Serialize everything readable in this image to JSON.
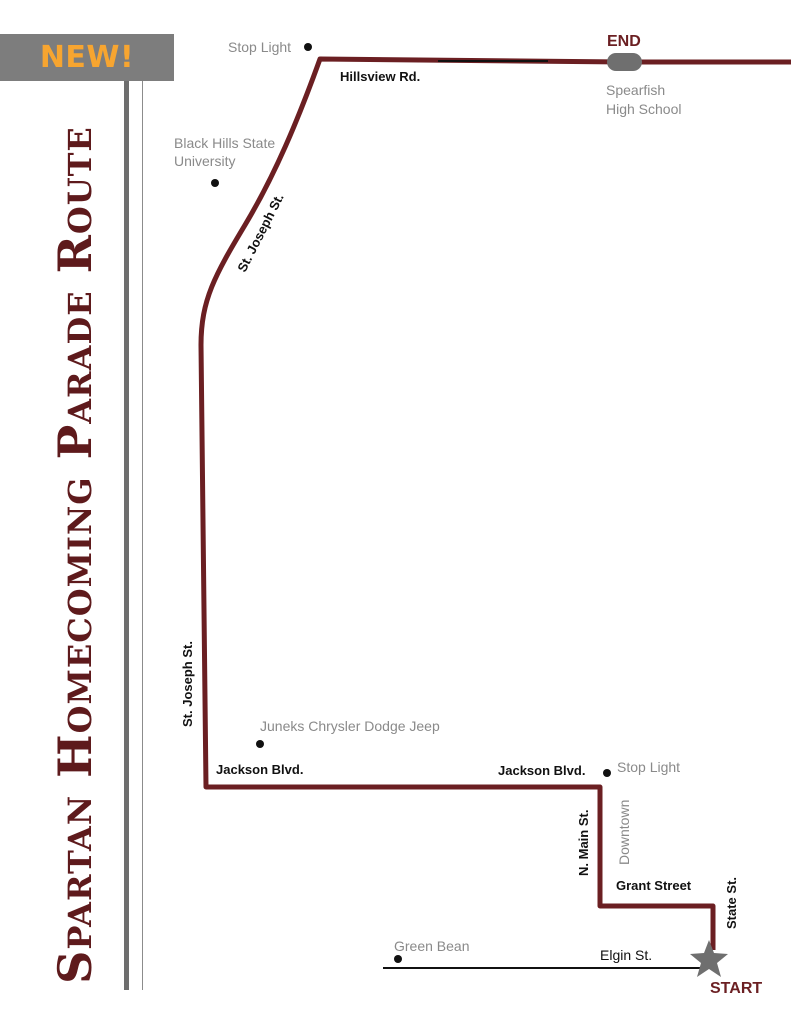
{
  "banner": {
    "label": "NEW!"
  },
  "title": "Spartan Homecoming Parade Route",
  "colors": {
    "route": "#6b1f22",
    "banner_bg": "#7d7d7d",
    "banner_text": "#f7a530",
    "marker": "#6f6f6f"
  },
  "streets": {
    "hillsview": "Hillsview Rd.",
    "st_joseph_upper": "St. Joseph St.",
    "st_joseph_lower": "St. Joseph St.",
    "jackson_west": "Jackson Blvd.",
    "jackson_east": "Jackson Blvd.",
    "n_main": "N. Main St.",
    "grant": "Grant Street",
    "state": "State St.",
    "elgin": "Elgin St."
  },
  "landmarks": {
    "stop_light_north": "Stop Light",
    "bhsu_line1": "Black Hills State",
    "bhsu_line2": "University",
    "spearfish_line1": "Spearfish",
    "spearfish_line2": "High School",
    "juneks": "Juneks Chrysler Dodge Jeep",
    "stop_light_south": "Stop Light",
    "downtown": "Downtown",
    "green_bean": "Green Bean"
  },
  "markers": {
    "end": "END",
    "start": "START",
    "end_icon": "oval-marker-icon",
    "start_icon": "star-icon"
  }
}
